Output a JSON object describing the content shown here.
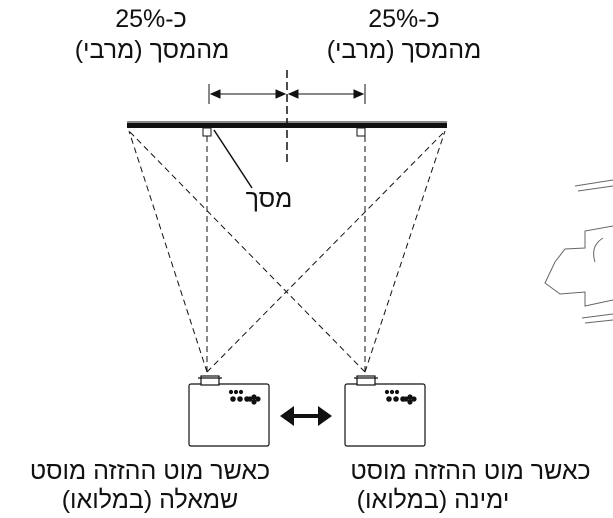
{
  "labels": {
    "left_percent": "כ-25%",
    "left_caption": "מהמסך (מרבי)",
    "right_percent": "כ-25%",
    "right_caption": "מהמסך (מרבי)",
    "screen": "מסך",
    "bottom_left_line1": "כאשר מוט ההזזה מוסט",
    "bottom_left_line2": "שמאלה (במלואו)",
    "bottom_right_line1": "כאשר מוט ההזזה מוסט",
    "bottom_right_line2": "ימינה (במלואו)"
  },
  "colors": {
    "stroke": "#111111",
    "background": "#ffffff",
    "faint": "#666666"
  },
  "icons": {
    "double_arrow": "left-right-arrow-icon",
    "partial_arrow": "arrow-left-icon"
  }
}
